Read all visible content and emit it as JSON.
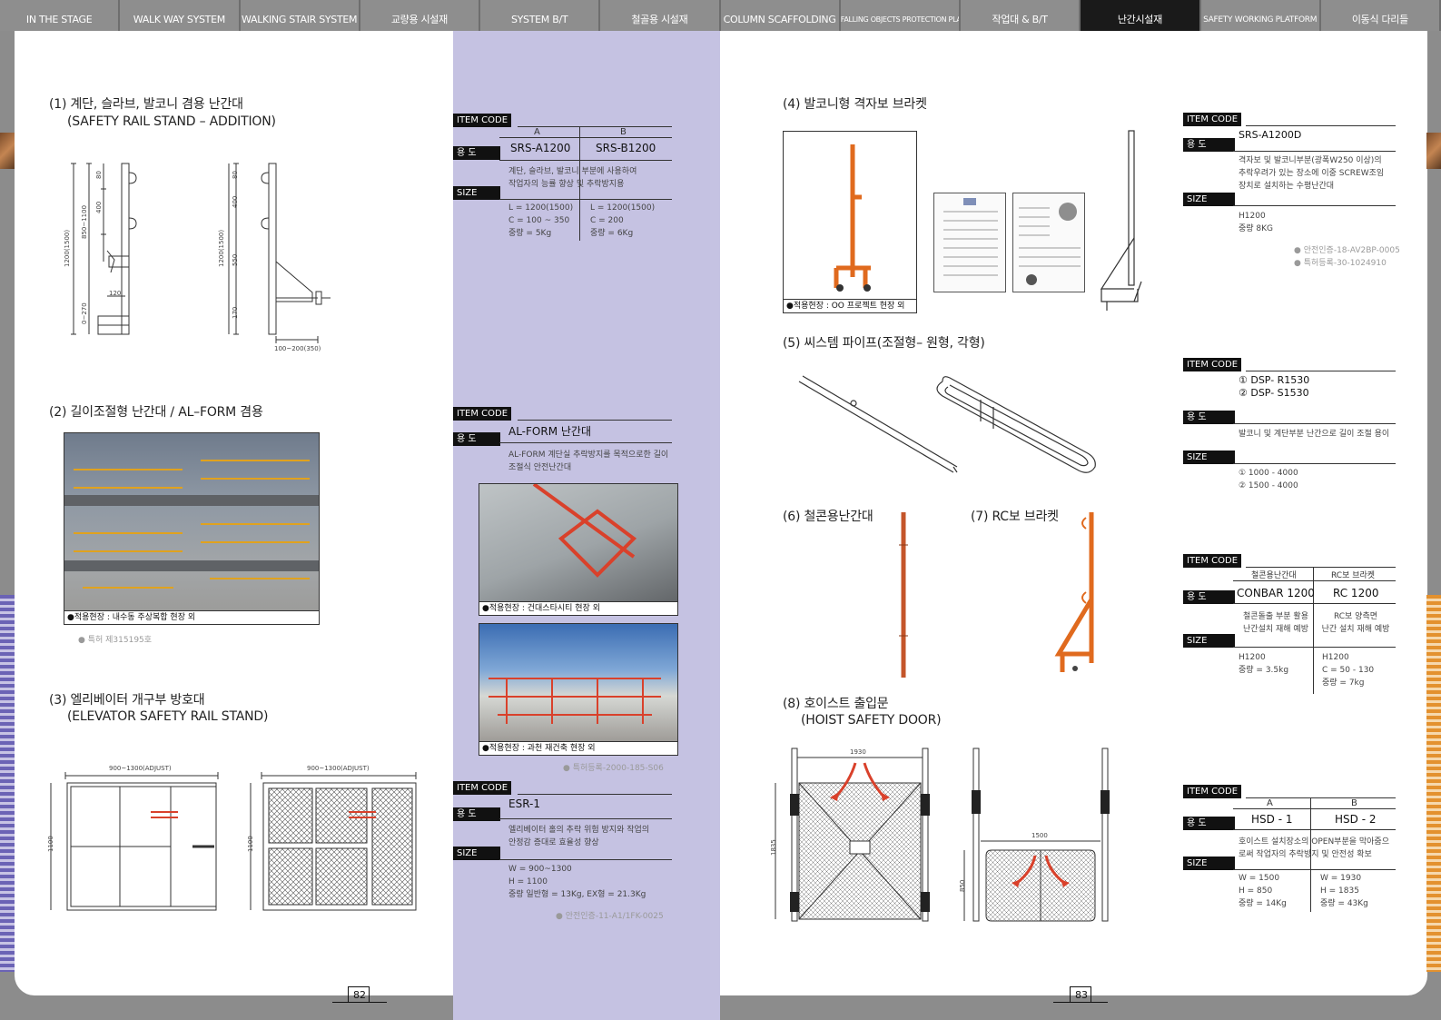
{
  "tabs": [
    {
      "label": "IN THE STAGE"
    },
    {
      "label": "WALK WAY SYSTEM"
    },
    {
      "label": "WALKING STAIR SYSTEM"
    },
    {
      "label": "교량용 시설재"
    },
    {
      "label": "SYSTEM B/T"
    },
    {
      "label": "철골용 시설재"
    },
    {
      "label": "COLUMN SCAFFOLDING"
    },
    {
      "label": "FALLING OBJECTS PROTECTION PLATFORM"
    },
    {
      "label": "작업대 & B/T"
    },
    {
      "label": "난간시설재"
    },
    {
      "label": "SAFETY WORKING PLATFORM"
    },
    {
      "label": "이동식 다리들"
    }
  ],
  "labels": {
    "item_code": "ITEM CODE",
    "use": "용 도",
    "size": "SIZE"
  },
  "s1": {
    "title1": "(1) 계단, 슬라브, 발코니 겸용 난간대",
    "title2": "(SAFETY RAIL STAND – ADDITION)",
    "col_a": "A",
    "col_b": "B",
    "code_a": "SRS-A1200",
    "code_b": "SRS-B1200",
    "use": "계단, 슬라브, 발코니 부분에 사용하여\n작업자의 능률 향상 및 추락방지용",
    "size_a": "L = 1200(1500)\nC = 100 ~ 350\n중량 = 5Kg",
    "size_b": "L = 1200(1500)\nC = 200\n중량 = 6Kg",
    "dim_total": "1200(1500)",
    "dim_mid": "850~1100",
    "dim_top": "80",
    "dim_400": "400",
    "dim_120": "120",
    "dim_bot": "0~270",
    "dim_total_b": "1200(1500)",
    "dim_top_b": "80",
    "dim_400_b": "400",
    "dim_550": "550",
    "dim_170": "170",
    "dim_width": "100~200(350)"
  },
  "s2": {
    "title": "(2) 길이조절형 난간대 / AL–FORM 겸용",
    "caption": "●적용현장 : 내수동 주상복합 현장 외",
    "note": "● 특허 제315195호",
    "code": "AL-FORM 난간대",
    "use": "AL-FORM 계단실 추락방지를 목적으로한 길이\n조절식 안전난간대",
    "photo1_cap": "●적용현장 : 건대스타시티 현장 외",
    "photo2_cap": "●적용현장 : 과천 재건축 현장 외",
    "note2": "● 특허등록-2000-185-S06"
  },
  "s3": {
    "title1": "(3) 엘리베이터 개구부 방호대",
    "title2": "(ELEVATOR SAFETY RAIL STAND)",
    "dim_w": "900~1300(ADJUST)",
    "dim_h": "1100",
    "code": "ESR-1",
    "use": "엘리베이터 홀의 추락 위험 방지와 작업의\n안정감 증대로 효율성 향상",
    "size": "W = 900~1300\nH = 1100\n중량  일반형 = 13Kg, EX형 = 21.3Kg",
    "note": "● 안전인증-11-A1/1FK-0025"
  },
  "s4": {
    "title": "(4) 발코니형 격자보 브라켓",
    "caption": "●적용현장 : OO 프로젝트 현장 외",
    "code": "SRS-A1200D",
    "use": "격자보 및 발코니부분(광폭W250 이상)의\n추락우려가 있는 장소에 이중 SCREW조임\n장치로 설치하는 수평난간대",
    "size": "H1200\n중량 8KG",
    "note1": "● 안전인증-18-AV2BP-0005",
    "note2": "● 특허등록-30-1024910"
  },
  "s5": {
    "title": "(5) 씨스템 파이프(조절형– 원형, 각형)",
    "code1": "① DSP- R1530",
    "code2": "② DSP- S1530",
    "use": "발코니 및 계단부분 난간으로 길이 조절 용이",
    "size": "① 1000 - 4000\n② 1500 - 4000"
  },
  "s6": {
    "title": "(6) 철콘용난간대"
  },
  "s7": {
    "title": "(7) RC보 브라켓",
    "col_a": "철콘용난간대",
    "col_b": "RC보 브라켓",
    "code_a": "CONBAR 1200",
    "code_b": "RC 1200",
    "use_a": "철콘돌출 부분 활용\n난간설치 재해 예방",
    "use_b": "RC보 양측면\n난간 설치 재해 예방",
    "size_a": "H1200\n중량 = 3.5kg",
    "size_b": "H1200\nC = 50 - 130\n중량 = 7kg"
  },
  "s8": {
    "title1": "(8) 호이스트 출입문",
    "title2": "(HOIST SAFETY DOOR)",
    "dim_1": "1930",
    "dim_2": "1835",
    "dim_3": "1500",
    "dim_4": "850",
    "col_a": "A",
    "col_b": "B",
    "code_a": "HSD - 1",
    "code_b": "HSD - 2",
    "use": "호이스트 설치장소의 OPEN부분을 막아줌으\n로써 작업자의 추락방지 및 안전성 확보",
    "size_a": "W = 1500\nH = 850\n중량 = 14Kg",
    "size_b": "W = 1930\nH = 1835\n중량 = 43Kg"
  },
  "page": {
    "left": "82",
    "right": "83"
  },
  "colors": {
    "band": "#c5c2e2",
    "accent_orange": "#e06a1e",
    "arrow_red": "#d9412b",
    "tab_active": "#1a1a1a"
  }
}
